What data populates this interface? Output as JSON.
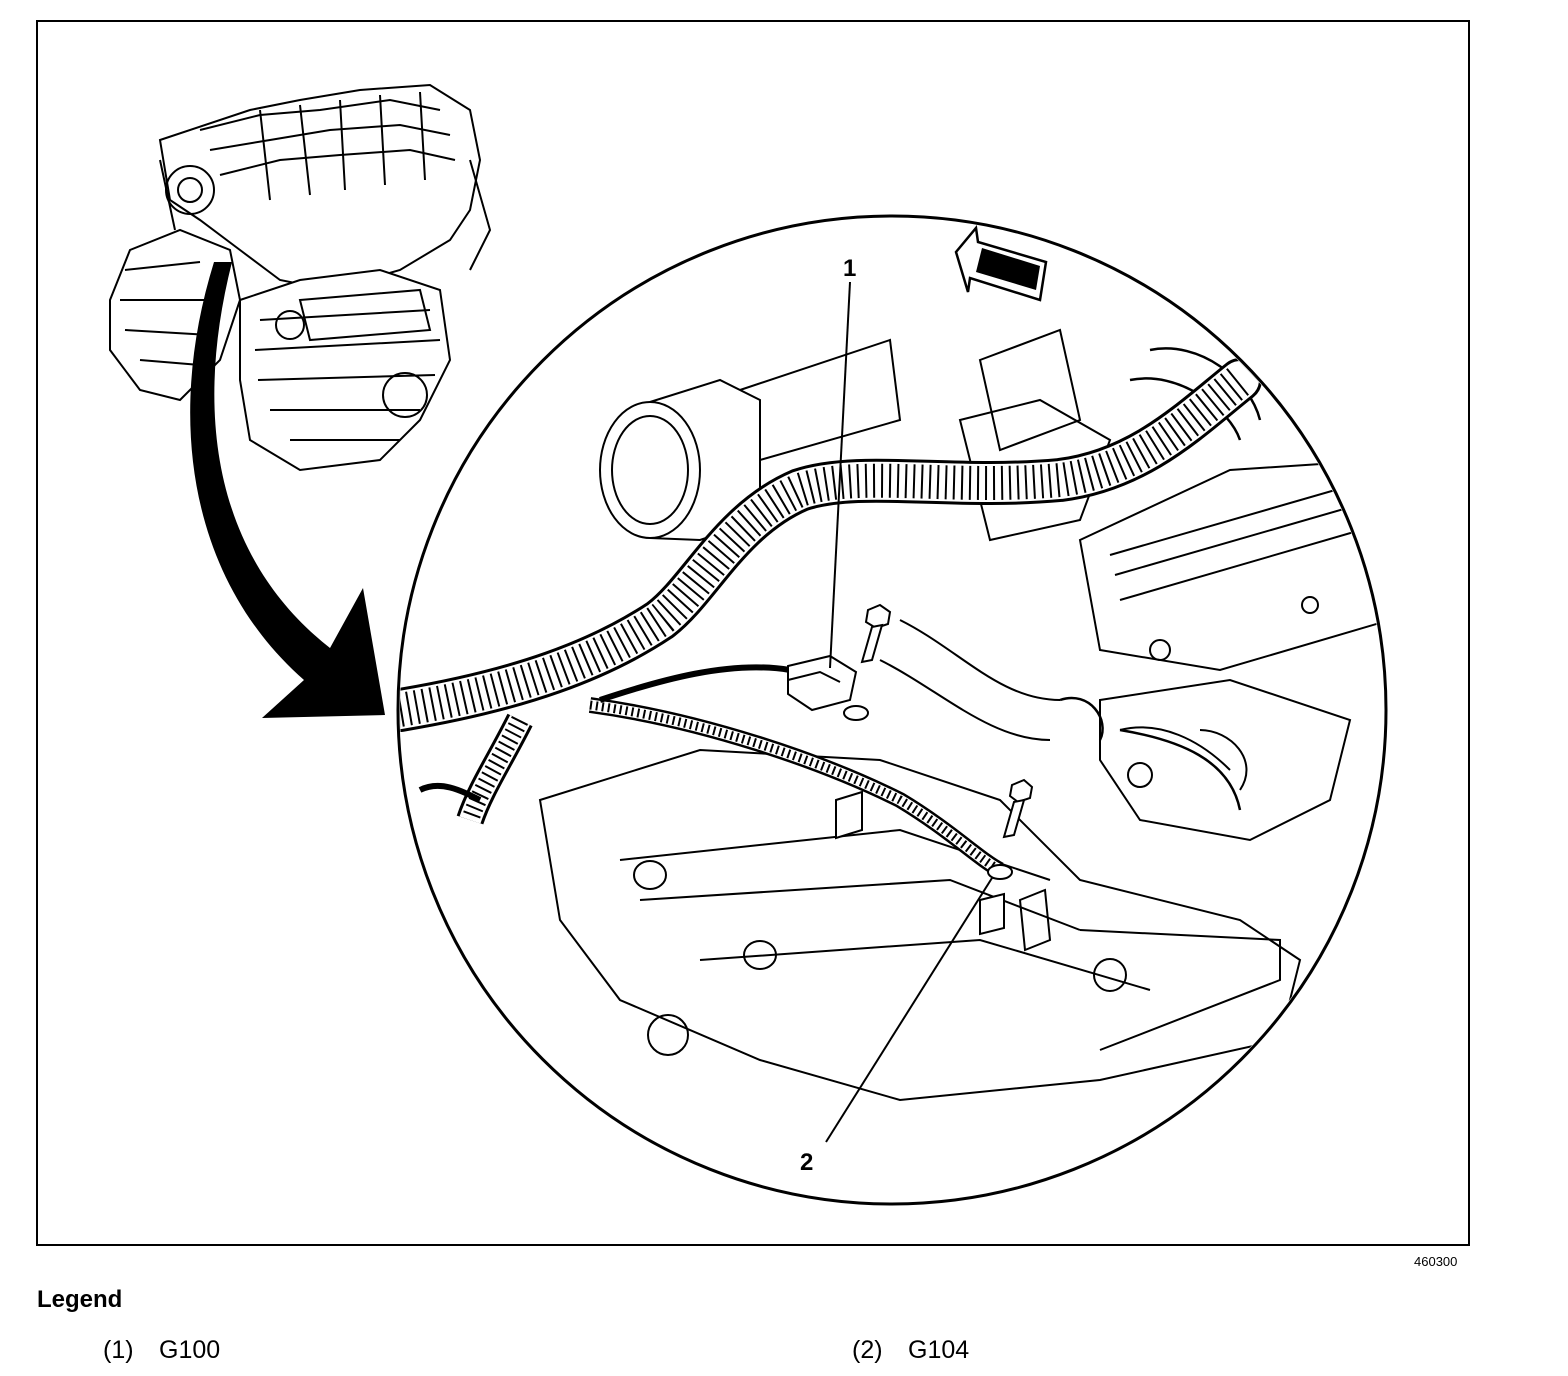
{
  "figure": {
    "figure_id": "460300",
    "callouts": [
      {
        "number": "1",
        "name": "G100"
      },
      {
        "number": "2",
        "name": "G104"
      }
    ],
    "icons": [
      "engine-overview-icon",
      "locator-arrow-icon",
      "forward-direction-arrow-icon",
      "harness-icon",
      "ground-bolt-icon"
    ]
  },
  "legend": {
    "heading": "Legend",
    "entries": [
      {
        "number": "(1)",
        "label": "G100"
      },
      {
        "number": "(2)",
        "label": "G104"
      }
    ]
  }
}
